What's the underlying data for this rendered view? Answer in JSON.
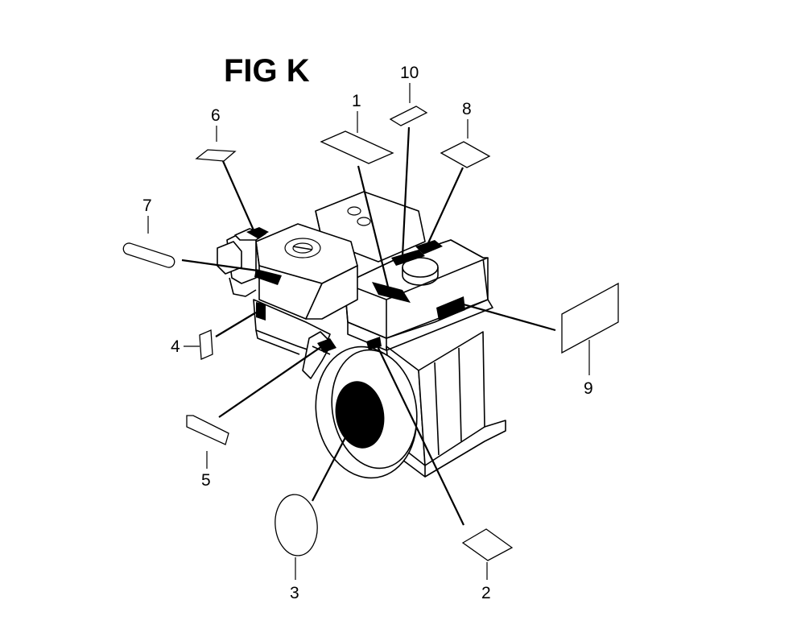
{
  "figure": {
    "title": "FIG K"
  },
  "callouts": {
    "c1": "1",
    "c2": "2",
    "c3": "3",
    "c4": "4",
    "c5": "5",
    "c6": "6",
    "c7": "7",
    "c8": "8",
    "c9": "9",
    "c10": "10"
  },
  "colors": {
    "ink": "#000000",
    "paper": "#ffffff"
  }
}
